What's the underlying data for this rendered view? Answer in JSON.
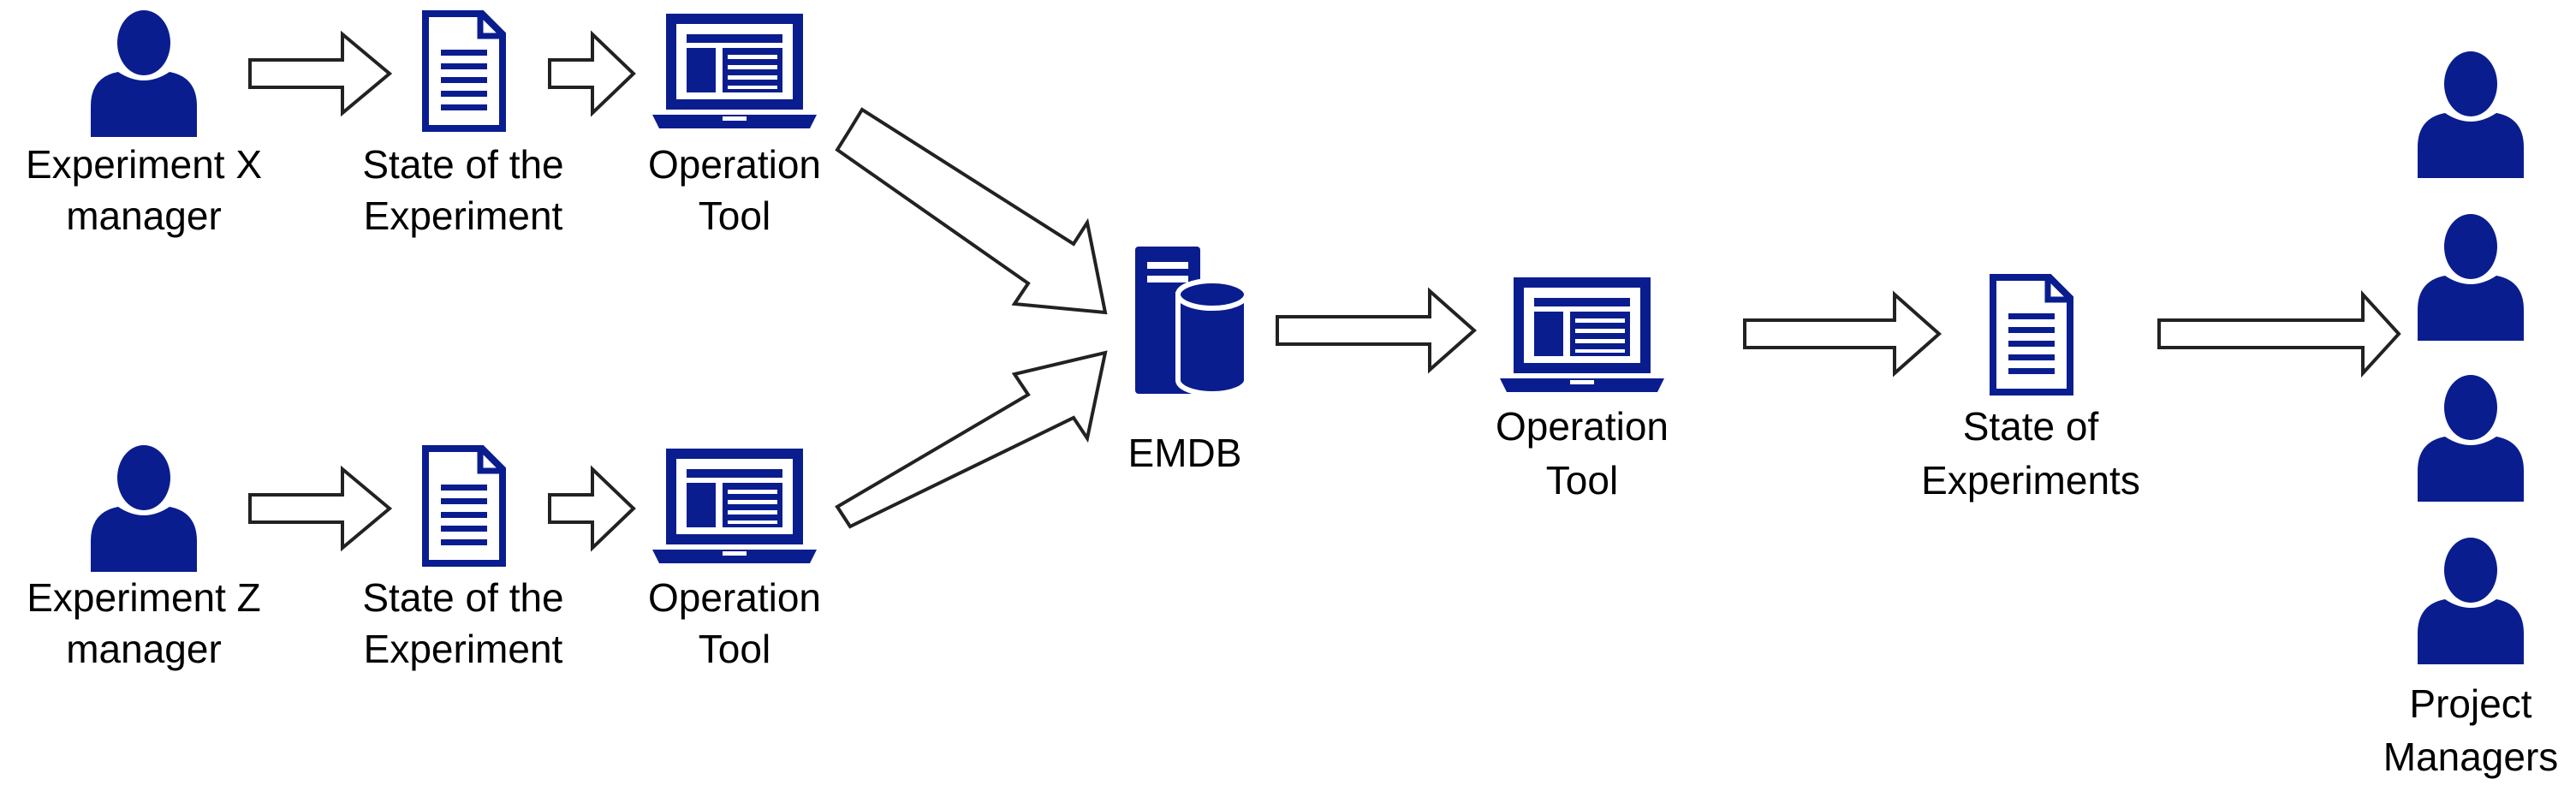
{
  "labels": {
    "experiment_x_line1": "Experiment X",
    "experiment_x_line2": "manager",
    "experiment_z_line1": "Experiment Z",
    "experiment_z_line2": "manager",
    "state_top_line1": "State of the",
    "state_top_line2": "Experiment",
    "state_bottom_line1": "State of the",
    "state_bottom_line2": "Experiment",
    "op_tool_top_line1": "Operation",
    "op_tool_top_line2": "Tool",
    "op_tool_bottom_line1": "Operation",
    "op_tool_bottom_line2": "Tool",
    "emdb": "EMDB",
    "op_tool_center_line1": "Operation",
    "op_tool_center_line2": "Tool",
    "state_experiments_line1": "State of",
    "state_experiments_line2": "Experiments",
    "project_managers_line1": "Project",
    "project_managers_line2": "Managers"
  },
  "colors": {
    "icon": "#0a1d8f",
    "arrow_outline": "#222222",
    "arrow_fill": "#ffffff",
    "text": "#000000"
  },
  "icons": {
    "person": "person-icon",
    "document": "document-icon",
    "laptop": "laptop-icon",
    "database_server": "database-server-icon"
  }
}
